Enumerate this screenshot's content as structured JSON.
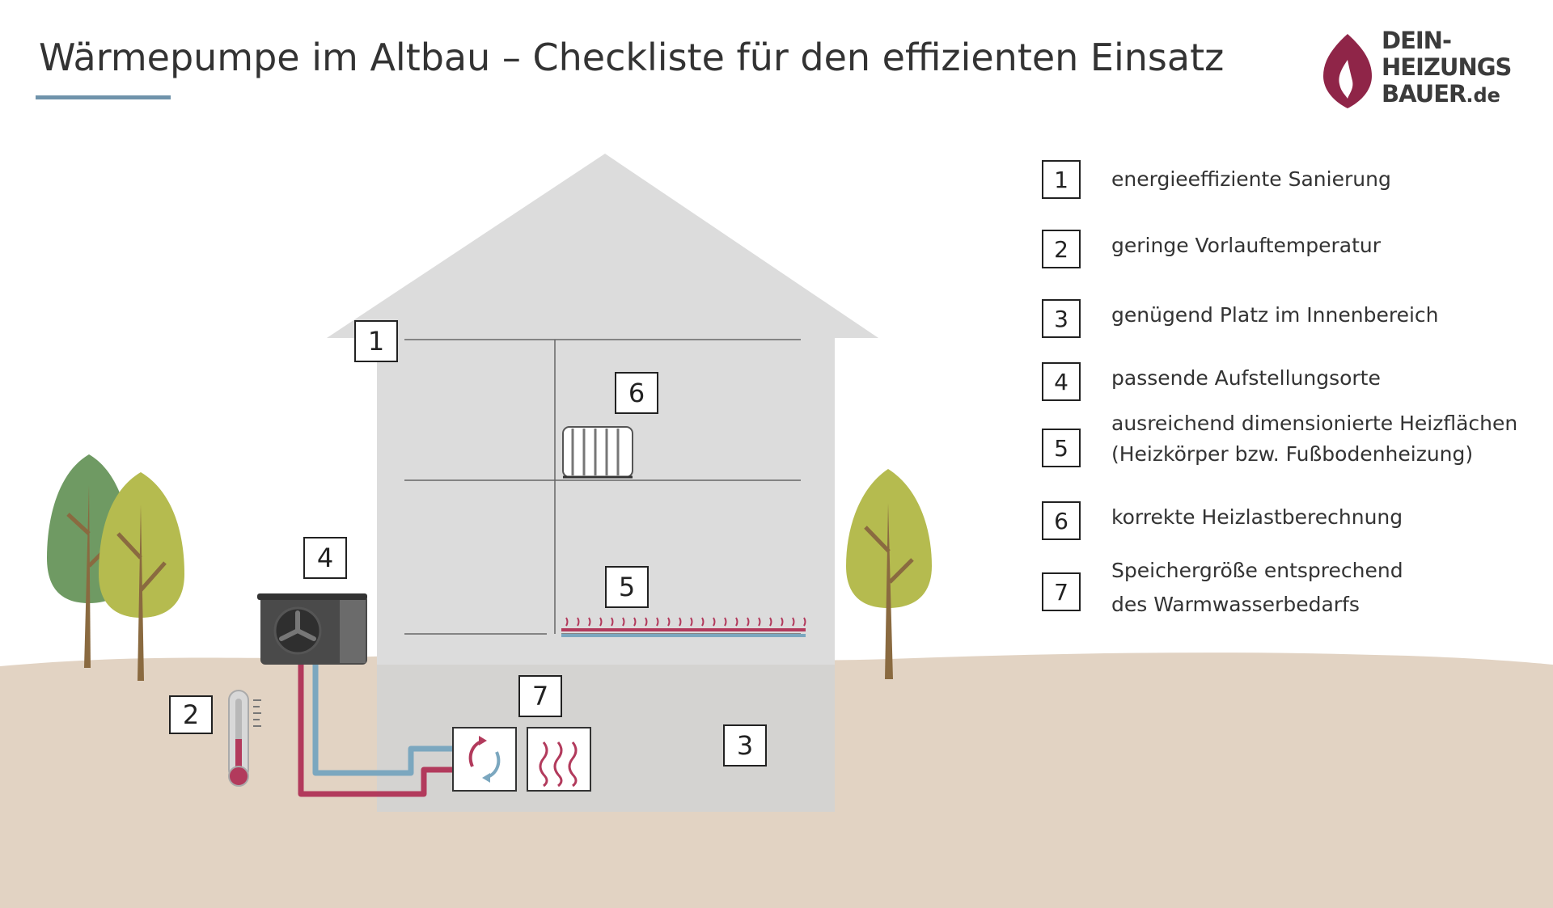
{
  "title": "Wärmepumpe im Altbau – Checkliste für den effizienten Einsatz",
  "logo": {
    "line1": "DEIN-",
    "line2": "HEIZUNGS",
    "line3": "BAUER",
    "suffix": ".de"
  },
  "scene_labels": [
    "1",
    "2",
    "3",
    "4",
    "5",
    "6",
    "7"
  ],
  "legend": [
    {
      "number": "1",
      "lines": [
        "energieeffiziente Sanierung"
      ]
    },
    {
      "number": "2",
      "lines": [
        "geringe Vorlauftemperatur"
      ]
    },
    {
      "number": "3",
      "lines": [
        "genügend Platz im Innenbereich"
      ]
    },
    {
      "number": "4",
      "lines": [
        "passende Aufstellungsorte"
      ]
    },
    {
      "number": "5",
      "lines": [
        "ausreichend dimensionierte Heizflächen",
        "(Heizkörper bzw. Fußbodenheizung)"
      ]
    },
    {
      "number": "6",
      "lines": [
        "korrekte Heizlastberechnung"
      ]
    },
    {
      "number": "7",
      "lines": [
        "Speichergröße entsprechend",
        "des Warmwasserbedarfs"
      ]
    }
  ],
  "colors": {
    "accent_underline": "#6f93ab",
    "ground": "#e2d3c3",
    "house": "#dcdcdc",
    "pipe_hot": "#b23a5c",
    "pipe_cold": "#7ba7bf",
    "brand": "#8f2548",
    "tree_green": "#6f9a63",
    "tree_yellow": "#b5bb4f",
    "trunk": "#8a6a40"
  },
  "icons": [
    "flame-logo-icon",
    "tree-icon",
    "heat-pump-icon",
    "thermometer-icon",
    "radiator-icon",
    "floor-heating-icon",
    "circulation-arrows-icon",
    "heat-waves-icon"
  ]
}
